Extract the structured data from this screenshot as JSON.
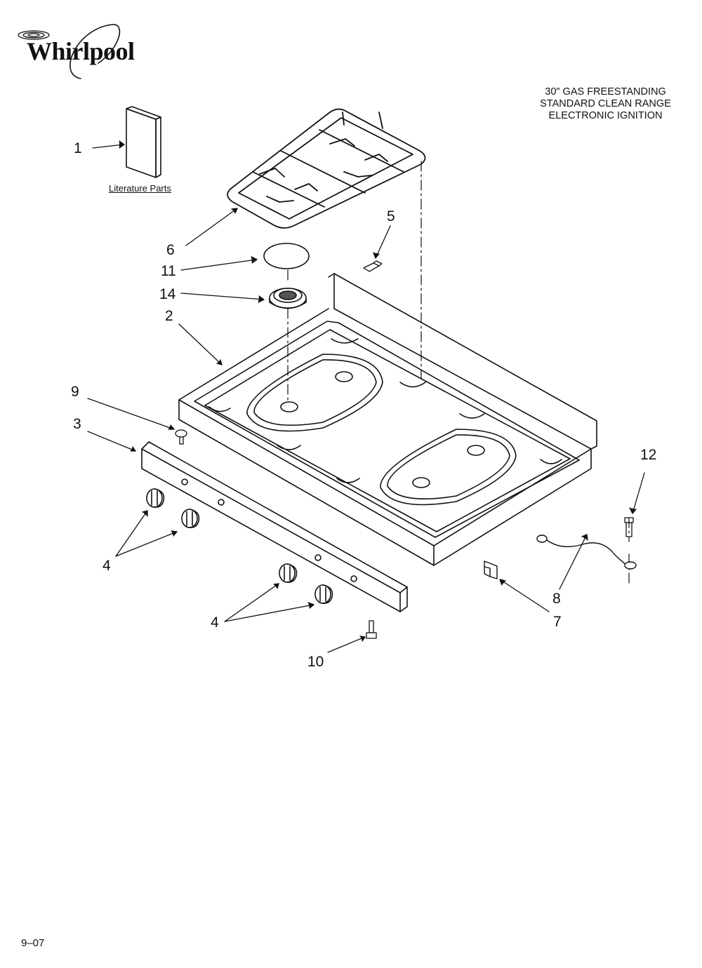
{
  "brand": {
    "name": "Whirlpool",
    "mark": "swirl-logo-icon"
  },
  "header": {
    "line1": "30\" GAS FREESTANDING",
    "line2": "STANDARD CLEAN RANGE",
    "line3": "ELECTRONIC IGNITION"
  },
  "literature_label": "Literature Parts",
  "callouts": {
    "c1": "1",
    "c2": "2",
    "c3": "3",
    "c4a": "4",
    "c4b": "4",
    "c5": "5",
    "c6": "6",
    "c7": "7",
    "c8": "8",
    "c9": "9",
    "c10": "10",
    "c11": "11",
    "c12": "12",
    "c14": "14"
  },
  "footer": {
    "code": "9–07"
  }
}
